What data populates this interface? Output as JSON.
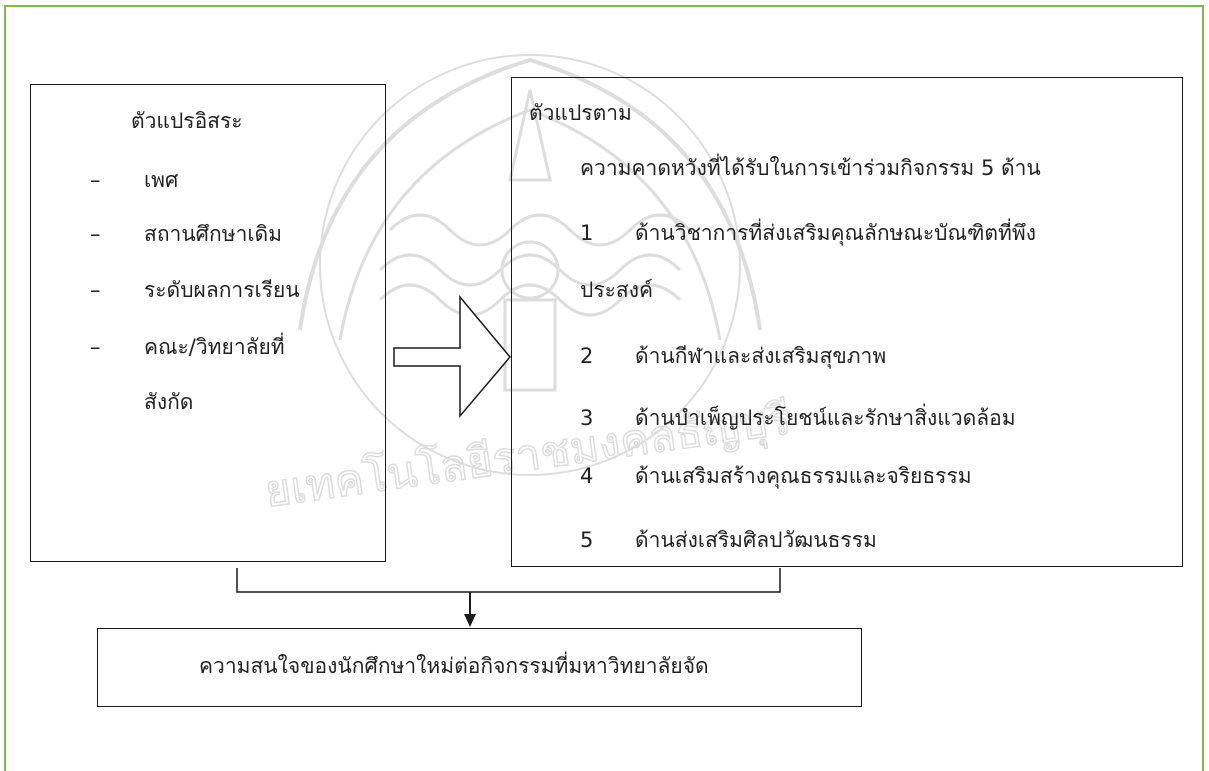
{
  "independent": {
    "title": "ตัวแปรอิสระ",
    "bullet": "–",
    "items": [
      "เพศ",
      "สถานศึกษาเดิม",
      "ระดับผลการเรียน",
      "คณะ/วิทยาลัยที่"
    ],
    "item_continuation": "สังกัด"
  },
  "dependent": {
    "title": "ตัวแปรตาม",
    "subtitle": "ความคาดหวังที่ได้รับในการเข้าร่วมกิจกรรม 5 ด้าน",
    "items": [
      {
        "num": "1",
        "text": "ด้านวิชาการที่ส่งเสริมคุณลักษณะบัณฑิตที่พึง",
        "continuation": "ประสงค์"
      },
      {
        "num": "2",
        "text": "ด้านกีฬาและส่งเสริมสุขภาพ"
      },
      {
        "num": "3",
        "text": "ด้านบำเพ็ญประโยชน์และรักษาสิ่งแวดล้อม"
      },
      {
        "num": "4",
        "text": "ด้านเสริมสร้างคุณธรรมและจริยธรรม"
      },
      {
        "num": "5",
        "text": "ด้านส่งเสริมศิลปวัฒนธรรม"
      }
    ]
  },
  "result": {
    "text": "ความสนใจของนักศึกษาใหม่ต่อกิจกรรมที่มหาวิทยาลัยจัด"
  },
  "colors": {
    "frame": "#7fb84e",
    "lines": "#1a1a1a",
    "watermark": "#d8d8d8"
  },
  "watermark": {
    "arc_text": "ยเทคโนโลยีราชมงคลธัญบุรี"
  }
}
